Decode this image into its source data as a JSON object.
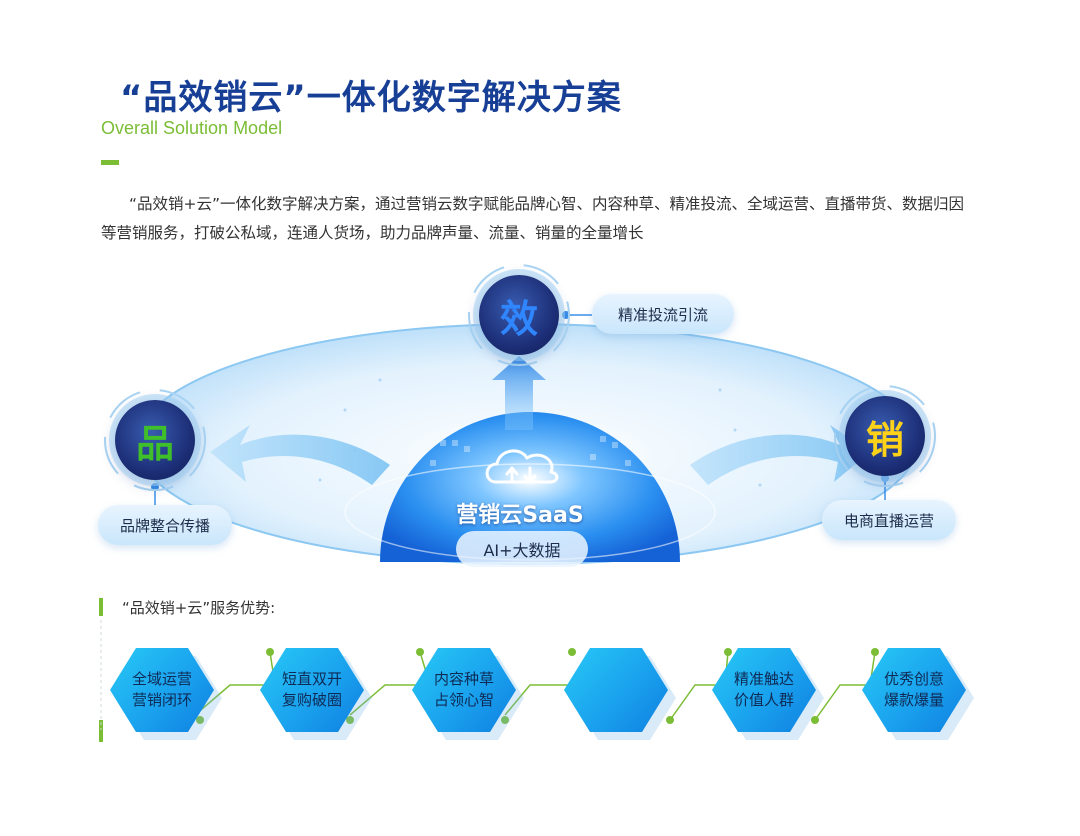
{
  "header": {
    "title": "“品效销云”一体化数字解决方案",
    "subtitle": "Overall Solution Model"
  },
  "intro": "“品效销+云”一体化数字解决方案，通过营销云数字赋能品牌心智、内容种草、精准投流、全域运营、直播带货、数据归因等营销服务，打破公私域，连通人货场，助力品牌声量、流量、销量的全量增长",
  "diagram": {
    "center": {
      "title": "营销云SaaS",
      "sub": "AI+大数据",
      "icon": "cloud-transfer-icon"
    },
    "nodes": [
      {
        "char": "品",
        "label": "品牌整合传播",
        "color": "#3fbf2a"
      },
      {
        "char": "效",
        "label": "精准投流引流",
        "color": "#2f86ff"
      },
      {
        "char": "销",
        "label": "电商直播运营",
        "color": "#ffd21a"
      }
    ]
  },
  "advantages": {
    "title": "“品效销+云”服务优势:",
    "items": [
      {
        "line1": "全域运营",
        "line2": "营销闭环"
      },
      {
        "line1": "短直双开",
        "line2": "复购破圈"
      },
      {
        "line1": "内容种草",
        "line2": "占领心智"
      },
      {
        "line1": "",
        "line2": ""
      },
      {
        "line1": "精准触达",
        "line2": "价值人群"
      },
      {
        "line1": "优秀创意",
        "line2": "爆款爆量"
      }
    ]
  },
  "colors": {
    "title": "#173f96",
    "accent_green": "#7bbd35",
    "hex_blue": "#1aa2ee"
  }
}
